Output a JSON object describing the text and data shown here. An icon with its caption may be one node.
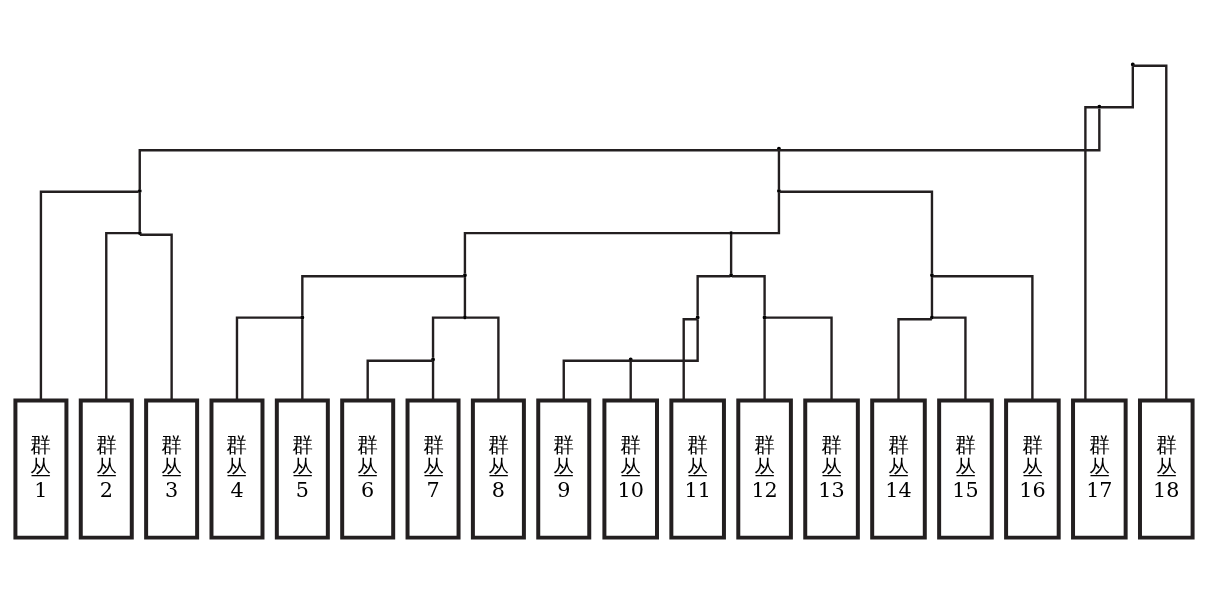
{
  "diagram": {
    "nodes": [
      {
        "text": [
          "群丛1"
        ]
      },
      {
        "text": [
          "群丛2"
        ]
      },
      {
        "text": [
          "群丛3"
        ]
      },
      {
        "text": [
          "群丛4"
        ]
      },
      {
        "text": [
          "群丛5"
        ]
      },
      {
        "text": [
          "群丛6"
        ]
      },
      {
        "text": [
          "群丛7"
        ]
      },
      {
        "text": [
          "群丛8"
        ]
      },
      {
        "text": [
          "群丛9"
        ]
      },
      {
        "text": [
          "群丛10"
        ]
      },
      {
        "text": [
          "群丛11"
        ]
      },
      {
        "text": [
          "群丛12"
        ]
      },
      {
        "text": [
          "群丛13"
        ]
      },
      {
        "text": [
          "群丛14"
        ]
      },
      {
        "text": [
          "群丛15"
        ]
      },
      {
        "text": [
          "群丛16"
        ]
      },
      {
        "text": [
          "群丛17"
        ]
      },
      {
        "text": [
          "群丛18"
        ]
      },
      {
        "text": [],
        "shape": "point"
      },
      {
        "text": [],
        "shape": "point"
      },
      {
        "text": [],
        "shape": "point"
      },
      {
        "text": [],
        "shape": "point"
      },
      {
        "text": [],
        "shape": "point"
      },
      {
        "text": [],
        "shape": "point"
      },
      {
        "text": [],
        "shape": "point"
      },
      {
        "text": [],
        "shape": "point"
      },
      {
        "text": [],
        "shape": "point"
      },
      {
        "text": [],
        "shape": "point"
      },
      {
        "text": [],
        "shape": "point"
      },
      {
        "text": [],
        "shape": "point"
      },
      {
        "text": [],
        "shape": "point"
      },
      {
        "text": [],
        "shape": "point"
      },
      {
        "text": [],
        "shape": "point"
      },
      {
        "text": [],
        "shape": "point"
      },
      {
        "text": [],
        "shape": "point"
      }
    ],
    "edges": [
      {
        "from": 34,
        "to": 33,
        "arrow": "none"
      },
      {
        "from": 34,
        "to": 17,
        "arrow": "none"
      },
      {
        "from": 33,
        "to": 32,
        "arrow": "none"
      },
      {
        "from": 33,
        "to": 16,
        "arrow": "none"
      },
      {
        "from": 32,
        "to": 19,
        "arrow": "none"
      },
      {
        "from": 32,
        "to": 31,
        "arrow": "none"
      },
      {
        "from": 19,
        "to": 0,
        "arrow": "none"
      },
      {
        "from": 19,
        "to": 18,
        "arrow": "none"
      },
      {
        "from": 18,
        "to": 1,
        "arrow": "none"
      },
      {
        "from": 18,
        "to": 2,
        "arrow": "none"
      },
      {
        "from": 31,
        "to": 28,
        "arrow": "none"
      },
      {
        "from": 31,
        "to": 30,
        "arrow": "none"
      },
      {
        "from": 28,
        "to": 23,
        "arrow": "none"
      },
      {
        "from": 28,
        "to": 27,
        "arrow": "none"
      },
      {
        "from": 23,
        "to": 22,
        "arrow": "none"
      },
      {
        "from": 23,
        "to": 21,
        "arrow": "none"
      },
      {
        "from": 22,
        "to": 3,
        "arrow": "none"
      },
      {
        "from": 22,
        "to": 4,
        "arrow": "none"
      },
      {
        "from": 21,
        "to": 20,
        "arrow": "none"
      },
      {
        "from": 21,
        "to": 7,
        "arrow": "none"
      },
      {
        "from": 20,
        "to": 5,
        "arrow": "none"
      },
      {
        "from": 20,
        "to": 6,
        "arrow": "none"
      },
      {
        "from": 27,
        "to": 25,
        "arrow": "none"
      },
      {
        "from": 27,
        "to": 26,
        "arrow": "none"
      },
      {
        "from": 25,
        "to": 24,
        "arrow": "none"
      },
      {
        "from": 25,
        "to": 10,
        "arrow": "none"
      },
      {
        "from": 24,
        "to": 8,
        "arrow": "none"
      },
      {
        "from": 24,
        "to": 9,
        "arrow": "none"
      },
      {
        "from": 26,
        "to": 11,
        "arrow": "none"
      },
      {
        "from": 26,
        "to": 12,
        "arrow": "none"
      },
      {
        "from": 30,
        "to": 29,
        "arrow": "none"
      },
      {
        "from": 30,
        "to": 15,
        "arrow": "none"
      },
      {
        "from": 29,
        "to": 13,
        "arrow": "none"
      },
      {
        "from": 29,
        "to": 14,
        "arrow": "none"
      }
    ]
  }
}
